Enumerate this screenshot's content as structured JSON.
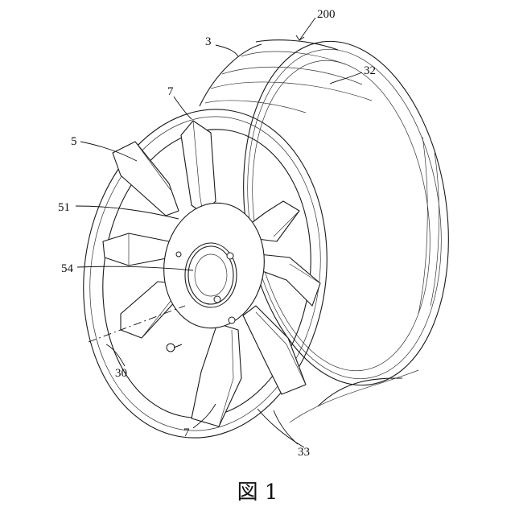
{
  "figure": {
    "caption": "図 1",
    "labels": {
      "wheel": "200",
      "tire": "3",
      "rim_flange": "32",
      "spoke_upper": "7",
      "spoke_lower": "7",
      "hub_part": "5",
      "hub_plate": "51",
      "center_bore": "54",
      "axis": "30",
      "rim_well": "33"
    }
  }
}
